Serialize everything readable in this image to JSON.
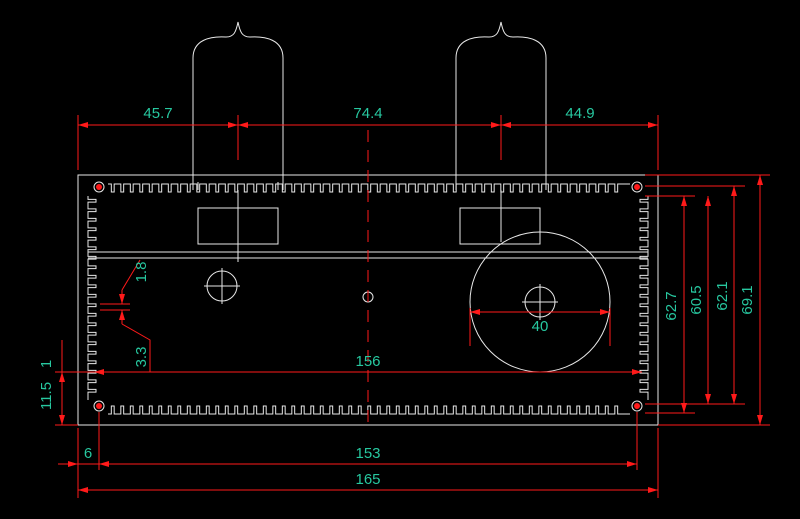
{
  "colors": {
    "background": "#000000",
    "outline": "#e8e8e8",
    "dimension_line": "#ff1a1a",
    "dimension_text": "#27c8a0"
  },
  "dimensions": {
    "tube1_offset": "45.7",
    "tube_spacing": "74.4",
    "tube2_offset": "44.9",
    "rail_thickness": "1.8",
    "slot_gap": "3.3",
    "inner_width": "156",
    "circle_diameter": "40",
    "left_margin": "11.5",
    "left_margin_small": "1",
    "hole_offset": "6",
    "hole_spacing": "153",
    "overall_width": "165",
    "height_a": "62.7",
    "height_b": "60.5",
    "height_c": "62.1",
    "height_overall": "69.1"
  }
}
